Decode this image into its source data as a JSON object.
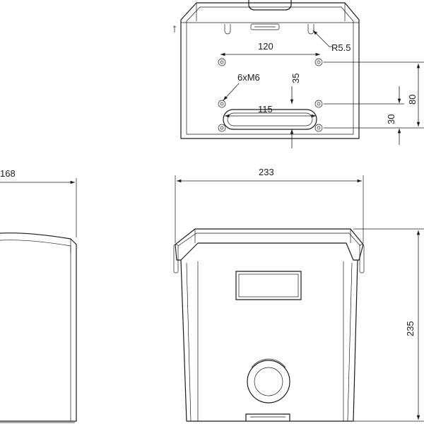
{
  "dimensions": {
    "hole_spacing_horizontal": "120",
    "slot_length": "115",
    "fillet_radius": "R5.5",
    "mounting_holes": "6xM6",
    "hole_offset_top": "35",
    "hole_spacing_vertical": "80",
    "hole_offset_bottom": "30",
    "side_depth": "168",
    "front_width": "233",
    "front_height": "235"
  }
}
